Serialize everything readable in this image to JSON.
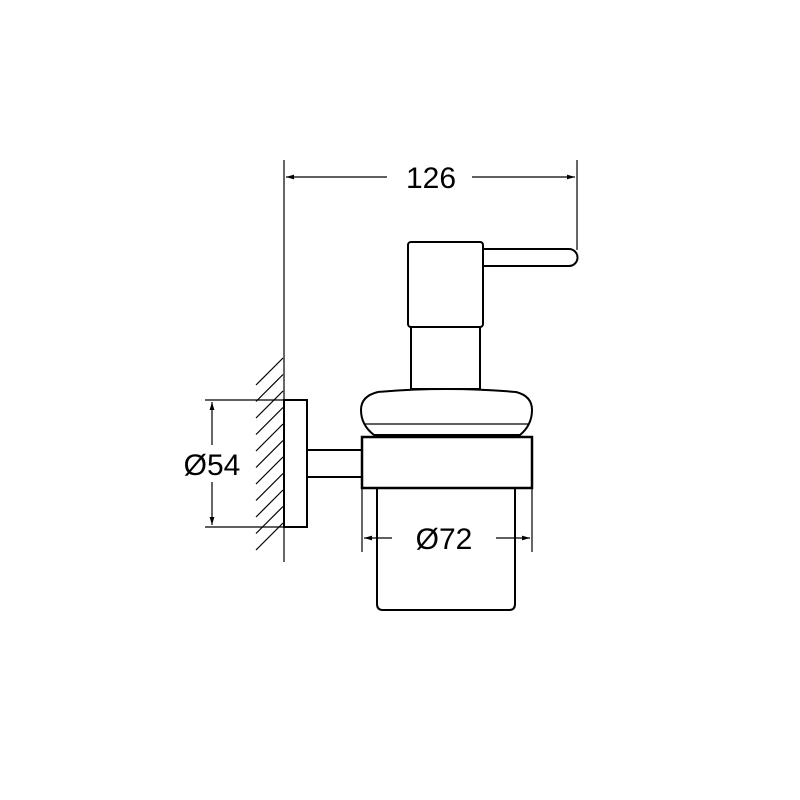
{
  "dimensions": {
    "overall_depth": "126",
    "flange_diameter": "Ø54",
    "glass_diameter": "Ø72"
  },
  "colors": {
    "line": "#000000",
    "background": "#ffffff"
  }
}
